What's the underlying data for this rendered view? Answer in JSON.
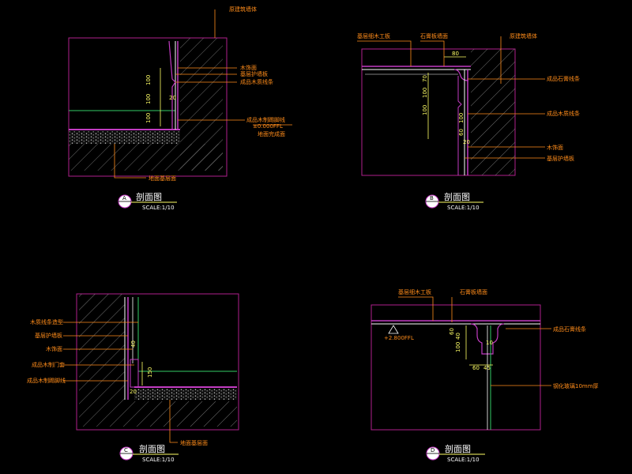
{
  "colors": {
    "frame": "#b0208c",
    "hatch": "#9a9a9a",
    "leader": "#ff8c1a",
    "dimension": "#ffff66",
    "wall_line": "#ffffff",
    "finish": "#c23cc2",
    "green": "#33cc66"
  },
  "detail_A": {
    "labels": [
      "原建筑墙体",
      "木饰面",
      "基层护墙板",
      "成品木质线条",
      "成品木制踢脚线",
      "±0.000FFL",
      "地面完成面",
      "地面基层面"
    ],
    "dims": [
      "100",
      "100",
      "100",
      "20"
    ],
    "tag": "A",
    "title": "剖面图",
    "scale": "SCALE:1/10"
  },
  "detail_B": {
    "labels": [
      "基层细木工板",
      "石膏板墙面",
      "原建筑墙体",
      "成品石膏线条",
      "成品木质线条",
      "木饰面",
      "基层护墙板"
    ],
    "dims": [
      "80",
      "70",
      "100",
      "100",
      "100",
      "60",
      "20"
    ],
    "tag": "B",
    "title": "剖面图",
    "scale": "SCALE:1/10"
  },
  "detail_C": {
    "labels": [
      "木质线条造型",
      "基层护墙板",
      "木饰面",
      "成品木制门套",
      "成品木制踢脚线",
      "地面基层面"
    ],
    "dims": [
      "40",
      "150",
      "20"
    ],
    "tag": "C",
    "title": "剖面图",
    "scale": "SCALE:1/10"
  },
  "detail_D": {
    "labels": [
      "基层细木工板",
      "石膏板墙面",
      "成品石膏线条",
      "钢化玻璃10mm厚",
      "+2.800FFL"
    ],
    "dims": [
      "40",
      "60",
      "100",
      "10",
      "60",
      "45"
    ],
    "tag": "D",
    "title": "剖面图",
    "scale": "SCALE:1/10"
  }
}
